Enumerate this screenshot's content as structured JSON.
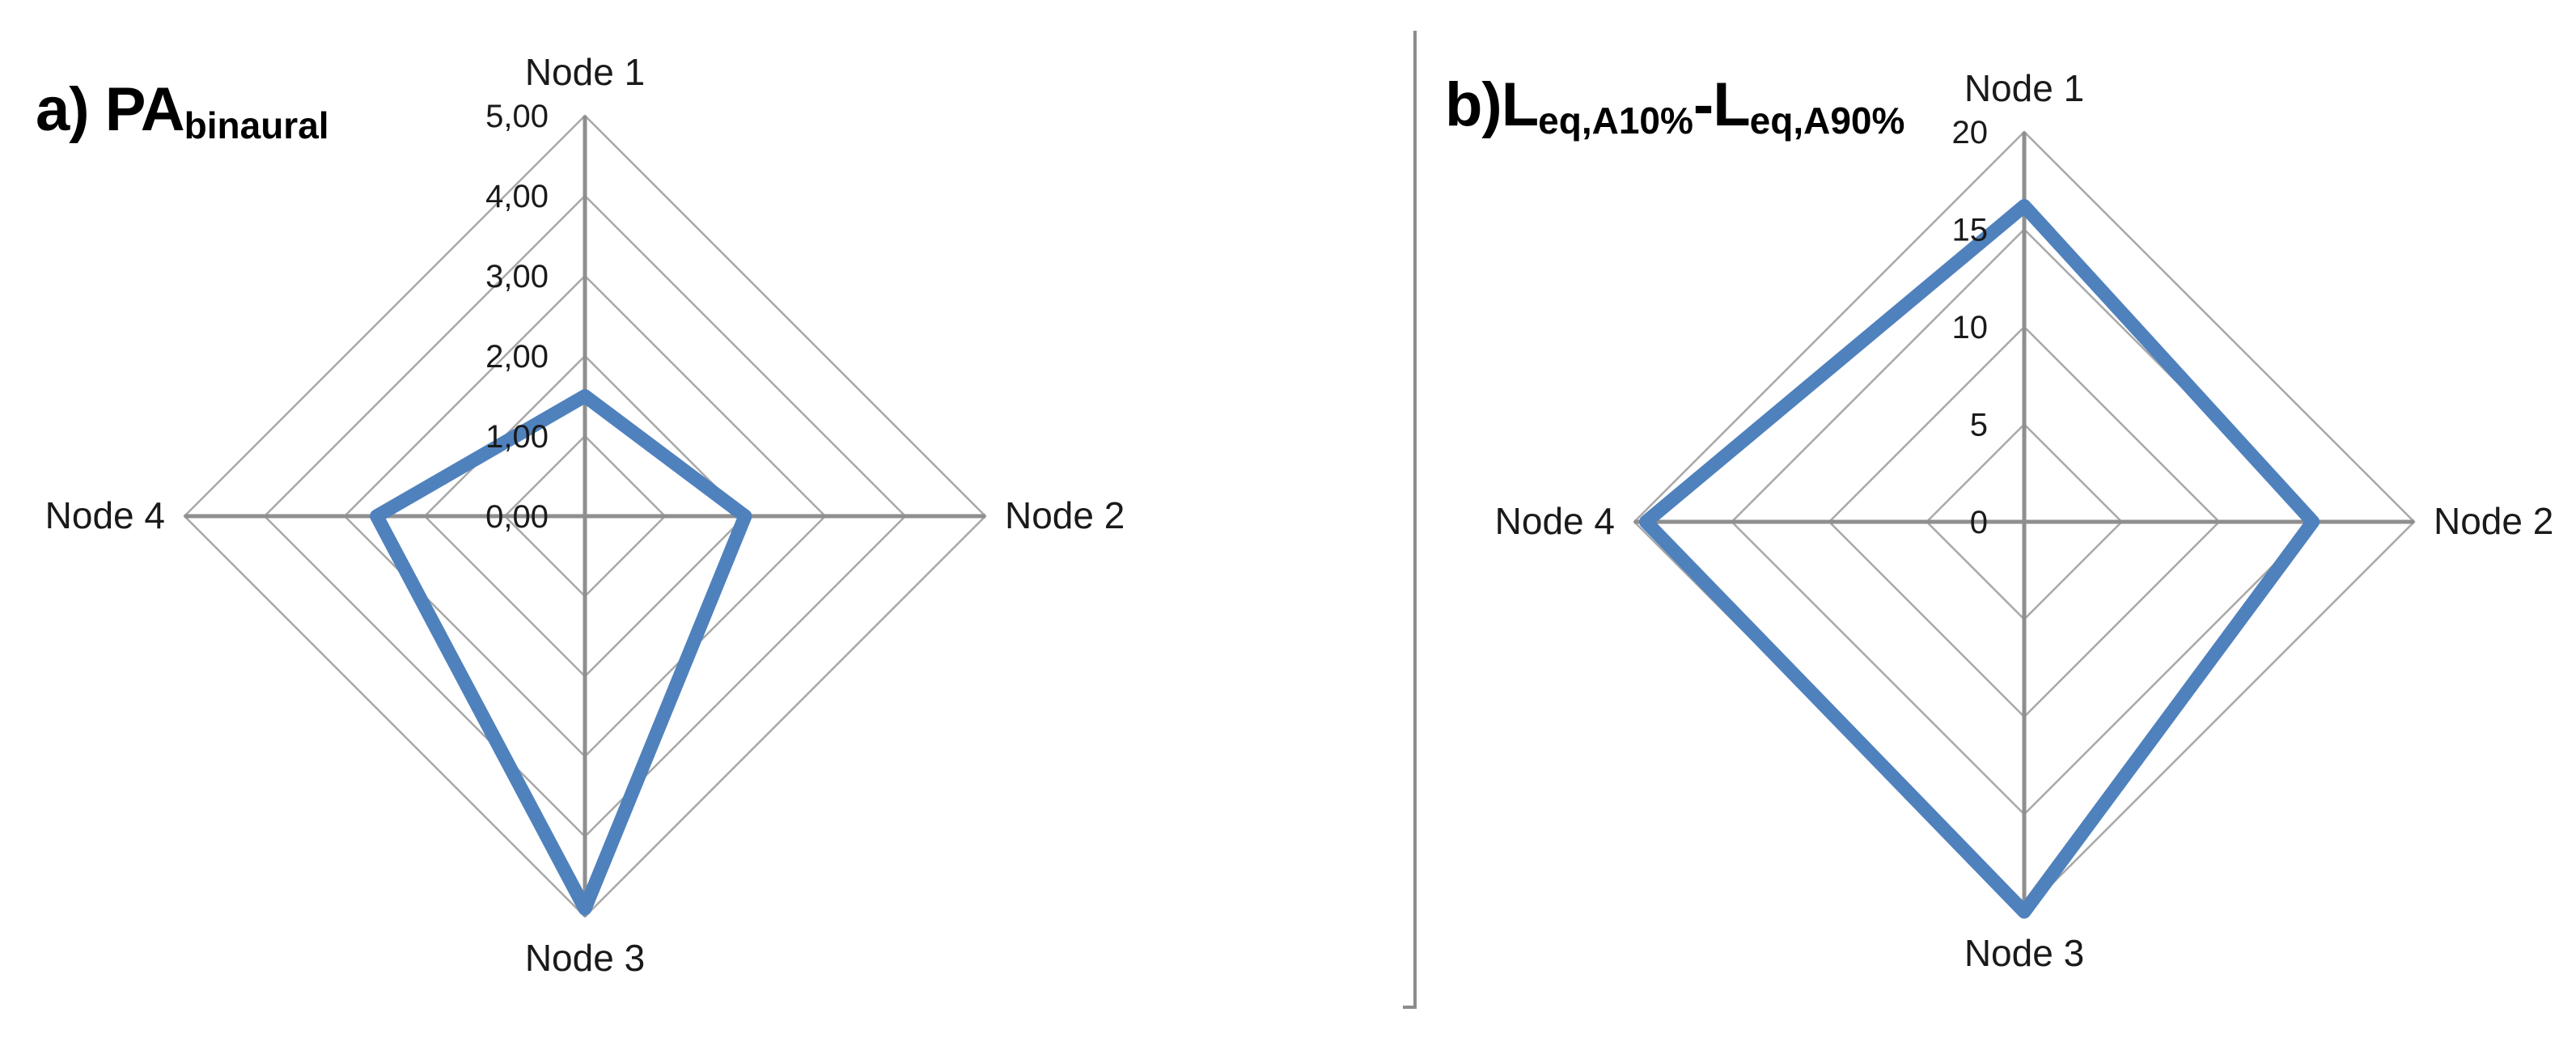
{
  "figure": {
    "background": "#ffffff",
    "divider_color": "#8c8c8c"
  },
  "titles": {
    "a": {
      "main": "a) PA",
      "subscript": "binaural"
    },
    "b": {
      "p1": "b)L",
      "s1": "eq,A10%",
      "p2": "-L",
      "s2": "eq,A90%"
    }
  },
  "colors": {
    "series": "#4f81bd",
    "grid": "#a8a8a8",
    "axis": "#8f8f8f",
    "text": "#1a1a1a"
  },
  "chart_data": [
    {
      "type": "radar",
      "title": "a) PA binaural",
      "categories": [
        "Node 1",
        "Node 2",
        "Node 3",
        "Node 4"
      ],
      "values": [
        1.5,
        2.0,
        4.9,
        2.6
      ],
      "axis": {
        "min": 0,
        "max": 5,
        "step": 1
      },
      "tick_labels": [
        "5,00",
        "4,00",
        "3,00",
        "2,00",
        "1,00",
        "0,00"
      ],
      "grid_shape": "diamond",
      "grid_on": true,
      "legend": "none",
      "series_color": "#4f81bd"
    },
    {
      "type": "radar",
      "title": "b) Leq,A10% - Leq,A90%",
      "categories": [
        "Node 1",
        "Node 2",
        "Node 3",
        "Node 4"
      ],
      "values": [
        16.2,
        14.8,
        20.0,
        19.4
      ],
      "axis": {
        "min": 0,
        "max": 20,
        "step": 5
      },
      "tick_labels": [
        "20",
        "15",
        "10",
        "5",
        "0"
      ],
      "grid_shape": "diamond",
      "grid_on": true,
      "legend": "none",
      "series_color": "#4f81bd"
    }
  ]
}
